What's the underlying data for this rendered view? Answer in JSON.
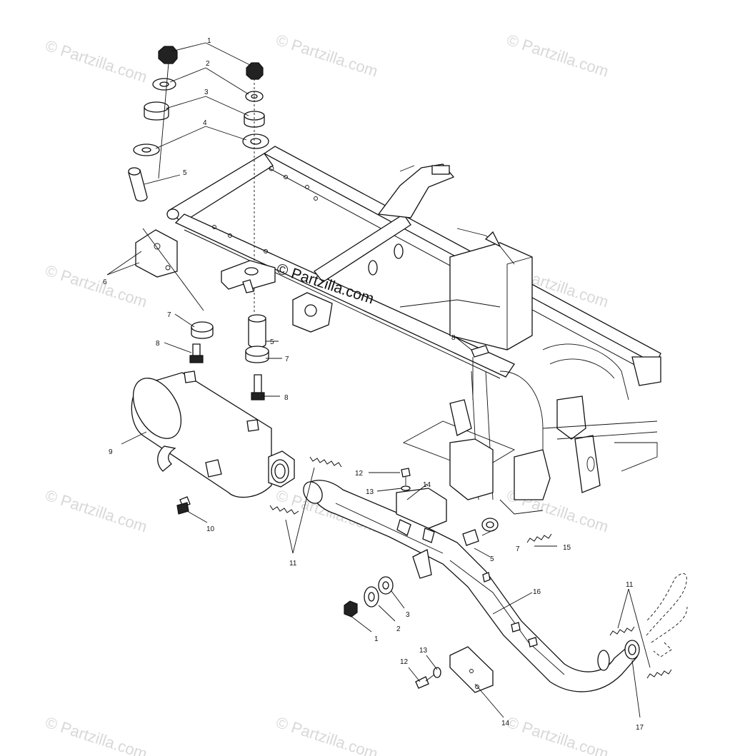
{
  "watermark": {
    "text": "© Partzilla.com",
    "center_text": "© Partzilla.com"
  },
  "callouts": [
    {
      "id": "c1a",
      "label": "1"
    },
    {
      "id": "c2a",
      "label": "2"
    },
    {
      "id": "c3a",
      "label": "3"
    },
    {
      "id": "c4a",
      "label": "4"
    },
    {
      "id": "c5a",
      "label": "5"
    },
    {
      "id": "c6",
      "label": "6"
    },
    {
      "id": "c7a",
      "label": "7"
    },
    {
      "id": "c8a",
      "label": "8"
    },
    {
      "id": "c5b",
      "label": "5"
    },
    {
      "id": "c7b",
      "label": "7"
    },
    {
      "id": "c8b",
      "label": "8"
    },
    {
      "id": "c8c",
      "label": "8"
    },
    {
      "id": "c9",
      "label": "9"
    },
    {
      "id": "c10",
      "label": "10"
    },
    {
      "id": "c11a",
      "label": "11"
    },
    {
      "id": "c12a",
      "label": "12"
    },
    {
      "id": "c13a",
      "label": "13"
    },
    {
      "id": "c14a",
      "label": "14"
    },
    {
      "id": "c5c",
      "label": "5"
    },
    {
      "id": "c7c",
      "label": "7"
    },
    {
      "id": "c15",
      "label": "15"
    },
    {
      "id": "c16",
      "label": "16"
    },
    {
      "id": "c3b",
      "label": "3"
    },
    {
      "id": "c2b",
      "label": "2"
    },
    {
      "id": "c1b",
      "label": "1"
    },
    {
      "id": "c11b",
      "label": "11"
    },
    {
      "id": "c12b",
      "label": "12"
    },
    {
      "id": "c13b",
      "label": "13"
    },
    {
      "id": "c14b",
      "label": "14"
    },
    {
      "id": "c17",
      "label": "17"
    }
  ]
}
